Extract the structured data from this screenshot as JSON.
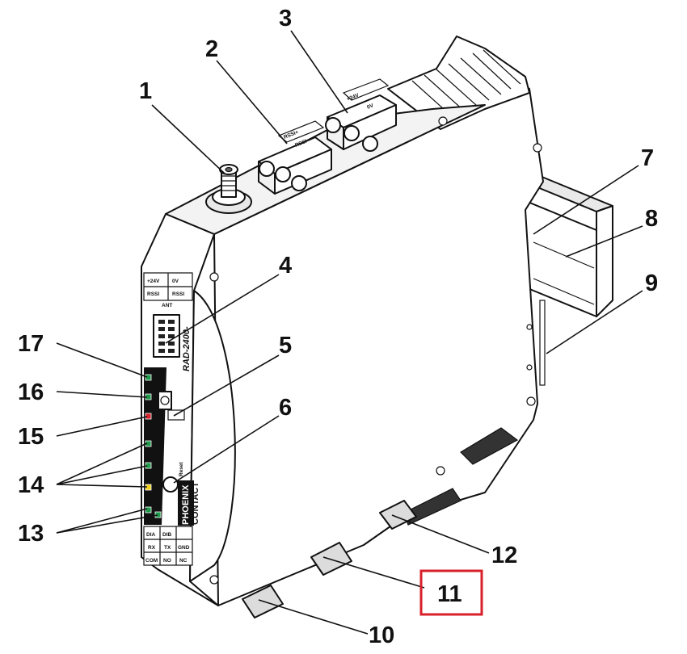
{
  "callouts": {
    "c1": "1",
    "c2": "2",
    "c3": "3",
    "c4": "4",
    "c5": "5",
    "c6": "6",
    "c7": "7",
    "c8": "8",
    "c9": "9",
    "c10": "10",
    "c11": "11",
    "c12": "12",
    "c13": "13",
    "c14": "14",
    "c15": "15",
    "c16": "16",
    "c17": "17"
  },
  "device_labels": {
    "top_power_pos": "+24V",
    "top_power_neg": "0V",
    "top_rssi_pos": "RSSI+",
    "top_rssi_neg": "RSSI-",
    "face_power_pos": "+24V",
    "face_power_neg": "0V",
    "face_rssi_pos": "RSSI",
    "face_rssi_neg": "RSSI",
    "antenna": "ANT",
    "model": "RAD-2400-",
    "reset": "Reset",
    "brand_line1": "PHOENIX",
    "brand_line2": "CONTACT",
    "bottom_dia": "DIA",
    "bottom_dib": "DIB",
    "bottom_rx": "RX",
    "bottom_tx": "TX",
    "bottom_com": "COM",
    "bottom_no": "NO",
    "bottom_gnd": "GND",
    "bottom_nc": "NC"
  },
  "colors": {
    "highlight_box": "#d8202a",
    "led_green": "#1f9a4a",
    "led_red": "#d8202a",
    "led_yellow": "#f2d21a",
    "line": "#111111"
  }
}
